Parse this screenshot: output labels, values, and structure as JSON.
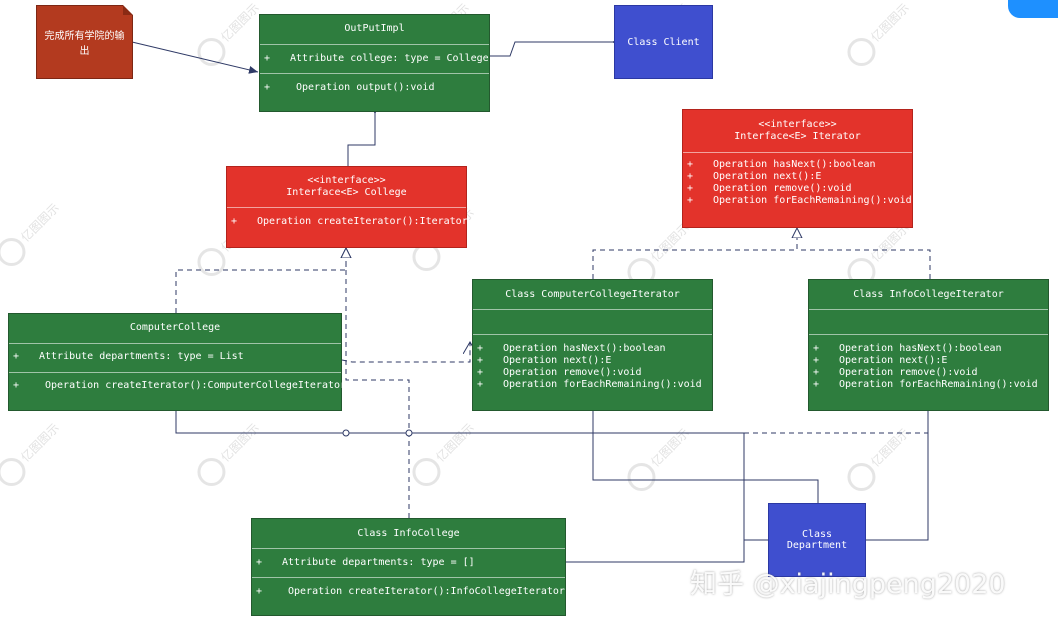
{
  "note": {
    "text": "完成所有学院的输出"
  },
  "output_impl": {
    "name": "OutPutImpl",
    "attribute": "Attribute college: type = College",
    "operation": "Operation output():void"
  },
  "client": {
    "name": "Class Client"
  },
  "college_interface": {
    "stereotype": "<<interface>>",
    "name": "Interface<E> College",
    "operation": "Operation createIterator():Iterator"
  },
  "iterator_interface": {
    "stereotype": "<<interface>>",
    "name": "Interface<E> Iterator",
    "operations": [
      "Operation hasNext():boolean",
      "Operation next():E",
      "Operation remove():void",
      "Operation forEachRemaining():void"
    ]
  },
  "computer_college": {
    "name": "ComputerCollege",
    "attribute": "Attribute departments: type = List",
    "operation": "Operation createIterator():ComputerCollegeIterator"
  },
  "computer_college_iterator": {
    "name": "Class ComputerCollegeIterator",
    "operations": [
      "Operation hasNext():boolean",
      "Operation next():E",
      "Operation remove():void",
      "Operation forEachRemaining():void"
    ]
  },
  "info_college_iterator": {
    "name": "Class InfoCollegeIterator",
    "operations": [
      "Operation hasNext():boolean",
      "Operation next():E",
      "Operation remove():void",
      "Operation forEachRemaining():void"
    ]
  },
  "info_college": {
    "name": "Class InfoCollege",
    "attribute": "Attribute departments: type = []",
    "operation": "Operation createIterator():InfoCollegeIterator"
  },
  "department": {
    "name": "Class Department"
  },
  "visibility_marker": "+",
  "watermark": {
    "text": "知乎 @xiajingpeng2020",
    "brand": "亿图图示"
  },
  "colors": {
    "class_green": "#2e7d3e",
    "interface_red": "#e3332b",
    "plain_blue": "#3f4fcf",
    "note_brown": "#b33a1f",
    "connector": "#2f3a66"
  }
}
